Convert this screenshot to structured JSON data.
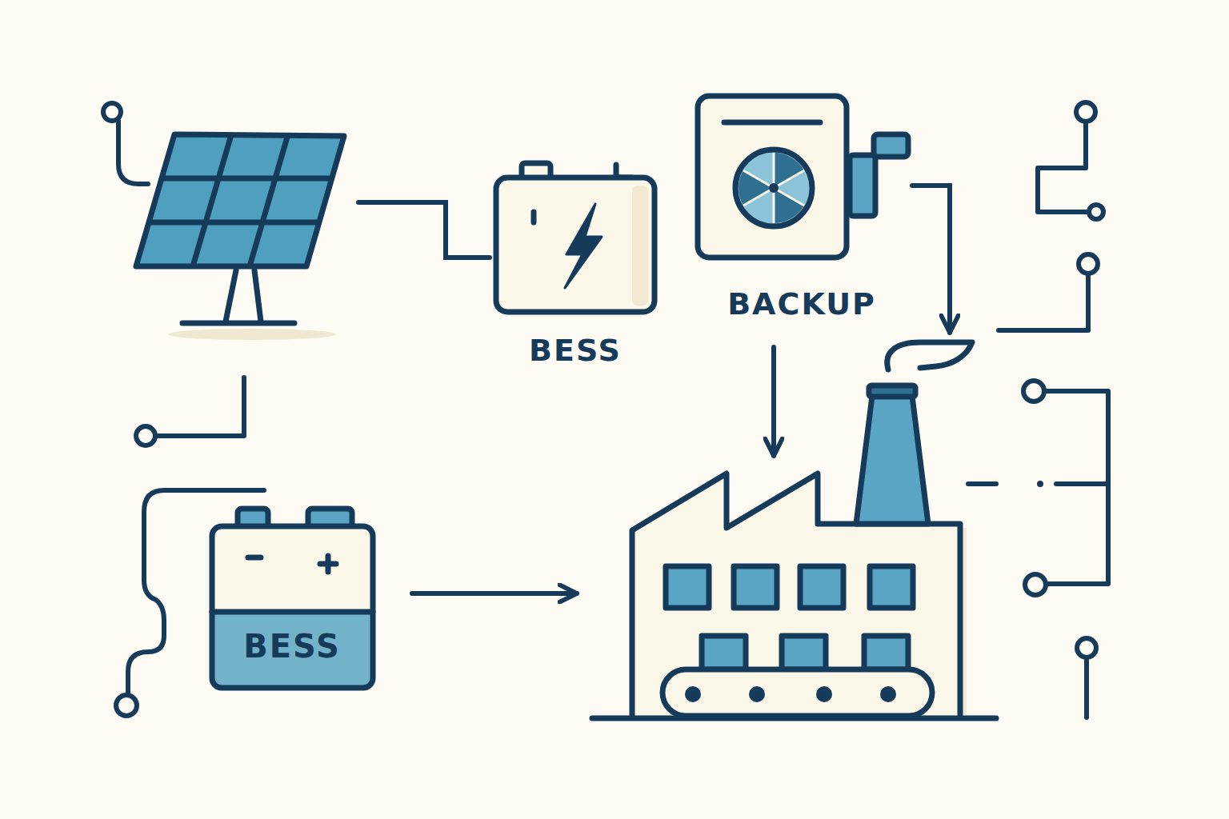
{
  "diagram": {
    "nodes": [
      {
        "text": []
      },
      {
        "text": [
          "BESS"
        ]
      },
      {
        "text": [
          "BACKUP"
        ]
      },
      {
        "text": [
          "BESS"
        ]
      },
      {
        "text": []
      }
    ],
    "edges": [
      {
        "from": 0,
        "to": 1,
        "arrow": "none"
      },
      {
        "from": 2,
        "to": 4,
        "arrow": "to"
      },
      {
        "from": 2,
        "to": 4,
        "arrow": "to"
      },
      {
        "from": 3,
        "to": 4,
        "arrow": "to"
      }
    ]
  }
}
